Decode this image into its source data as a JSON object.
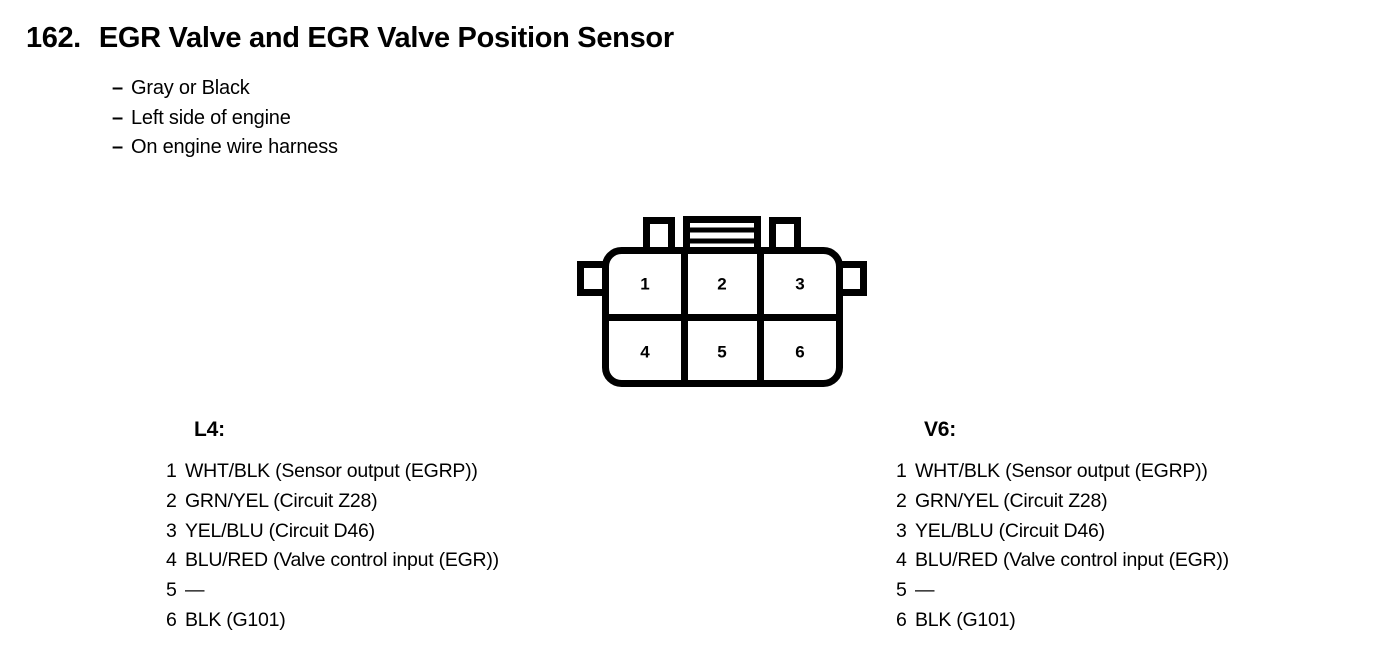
{
  "heading": {
    "number": "162.",
    "title": "EGR Valve and EGR Valve Position Sensor"
  },
  "notes": {
    "dash": "–",
    "items": [
      "Gray or Black",
      "Left side of engine",
      "On engine wire harness"
    ]
  },
  "connector": {
    "name": "6-pin-connector-diagram",
    "pins": [
      "1",
      "2",
      "3",
      "4",
      "5",
      "6"
    ],
    "rows": 2,
    "columns": 3,
    "outline_color": "#000000"
  },
  "pin_tables": [
    {
      "title": "L4:",
      "key": "l4",
      "rows": [
        {
          "pin": "1",
          "desc": "WHT/BLK (Sensor output (EGRP))"
        },
        {
          "pin": "2",
          "desc": "GRN/YEL (Circuit Z28)"
        },
        {
          "pin": "3",
          "desc": "YEL/BLU (Circuit D46)"
        },
        {
          "pin": "4",
          "desc": "BLU/RED (Valve control input (EGR))"
        },
        {
          "pin": "5",
          "desc": "—"
        },
        {
          "pin": "6",
          "desc": "BLK (G101)"
        }
      ]
    },
    {
      "title": "V6:",
      "key": "v6",
      "rows": [
        {
          "pin": "1",
          "desc": "WHT/BLK (Sensor output (EGRP))"
        },
        {
          "pin": "2",
          "desc": "GRN/YEL (Circuit Z28)"
        },
        {
          "pin": "3",
          "desc": "YEL/BLU (Circuit D46)"
        },
        {
          "pin": "4",
          "desc": "BLU/RED (Valve control input (EGR))"
        },
        {
          "pin": "5",
          "desc": "—"
        },
        {
          "pin": "6",
          "desc": "BLK (G101)"
        }
      ]
    }
  ]
}
